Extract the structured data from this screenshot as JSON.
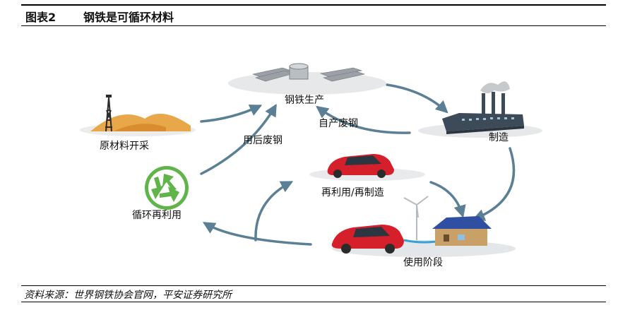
{
  "header": {
    "figure_number": "图表2",
    "title": "钢铁是可循环材料"
  },
  "nodes": {
    "steel_production": "钢铁生产",
    "manufacturing": "制造",
    "raw_material_mining": "原材料开采",
    "recycling": "循环再利用",
    "reuse_remanufacture": "再利用/再制造",
    "use_phase": "使用阶段"
  },
  "edges": {
    "post_consumer_scrap": "用后废钢",
    "home_scrap": "自产废钢"
  },
  "colors": {
    "arrow": "#5b7f95",
    "recycle_green": "#5fb54a",
    "car_red": "#d51f2a",
    "factory": "#3d4a58"
  },
  "footer": {
    "source": "资料来源：世界钢铁协会官网，平安证券研究所"
  }
}
